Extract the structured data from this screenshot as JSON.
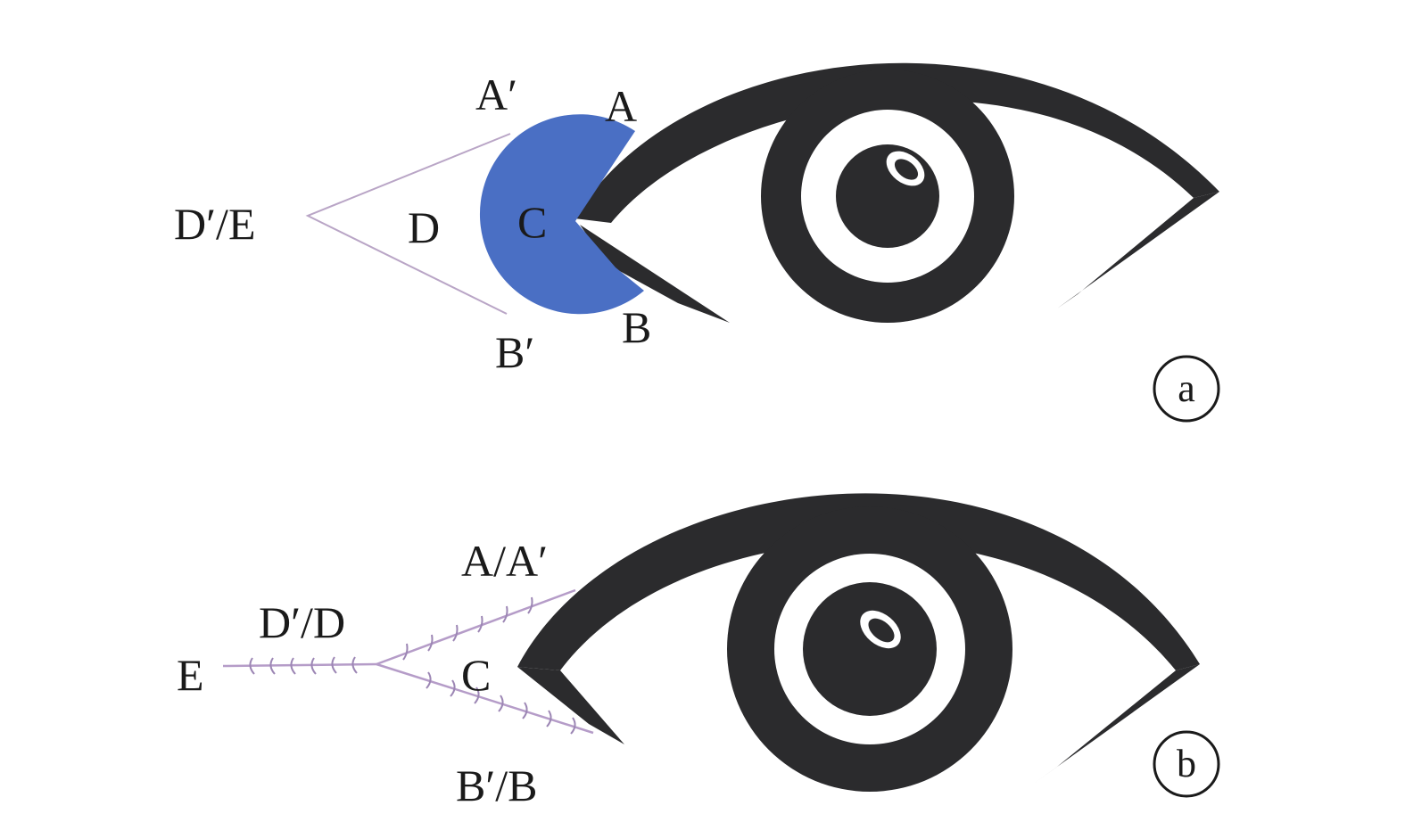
{
  "panels": [
    {
      "id": "a",
      "badge": "a",
      "labels": {
        "a_prime": "A′",
        "a": "A",
        "d_prime_e": "D′/E",
        "d": "D",
        "c": "C",
        "b": "B",
        "b_prime": "B′"
      }
    },
    {
      "id": "b",
      "badge": "b",
      "labels": {
        "a_a_prime": "A/A′",
        "d_prime_d": "D′/D",
        "e": "E",
        "c": "C",
        "b_prime_b": "B′/B"
      }
    }
  ],
  "colors": {
    "eye": "#2b2b2d",
    "defect": "#4a6fc4",
    "flap_outline": "#b9a5c6",
    "suture": "#b59cc8"
  }
}
